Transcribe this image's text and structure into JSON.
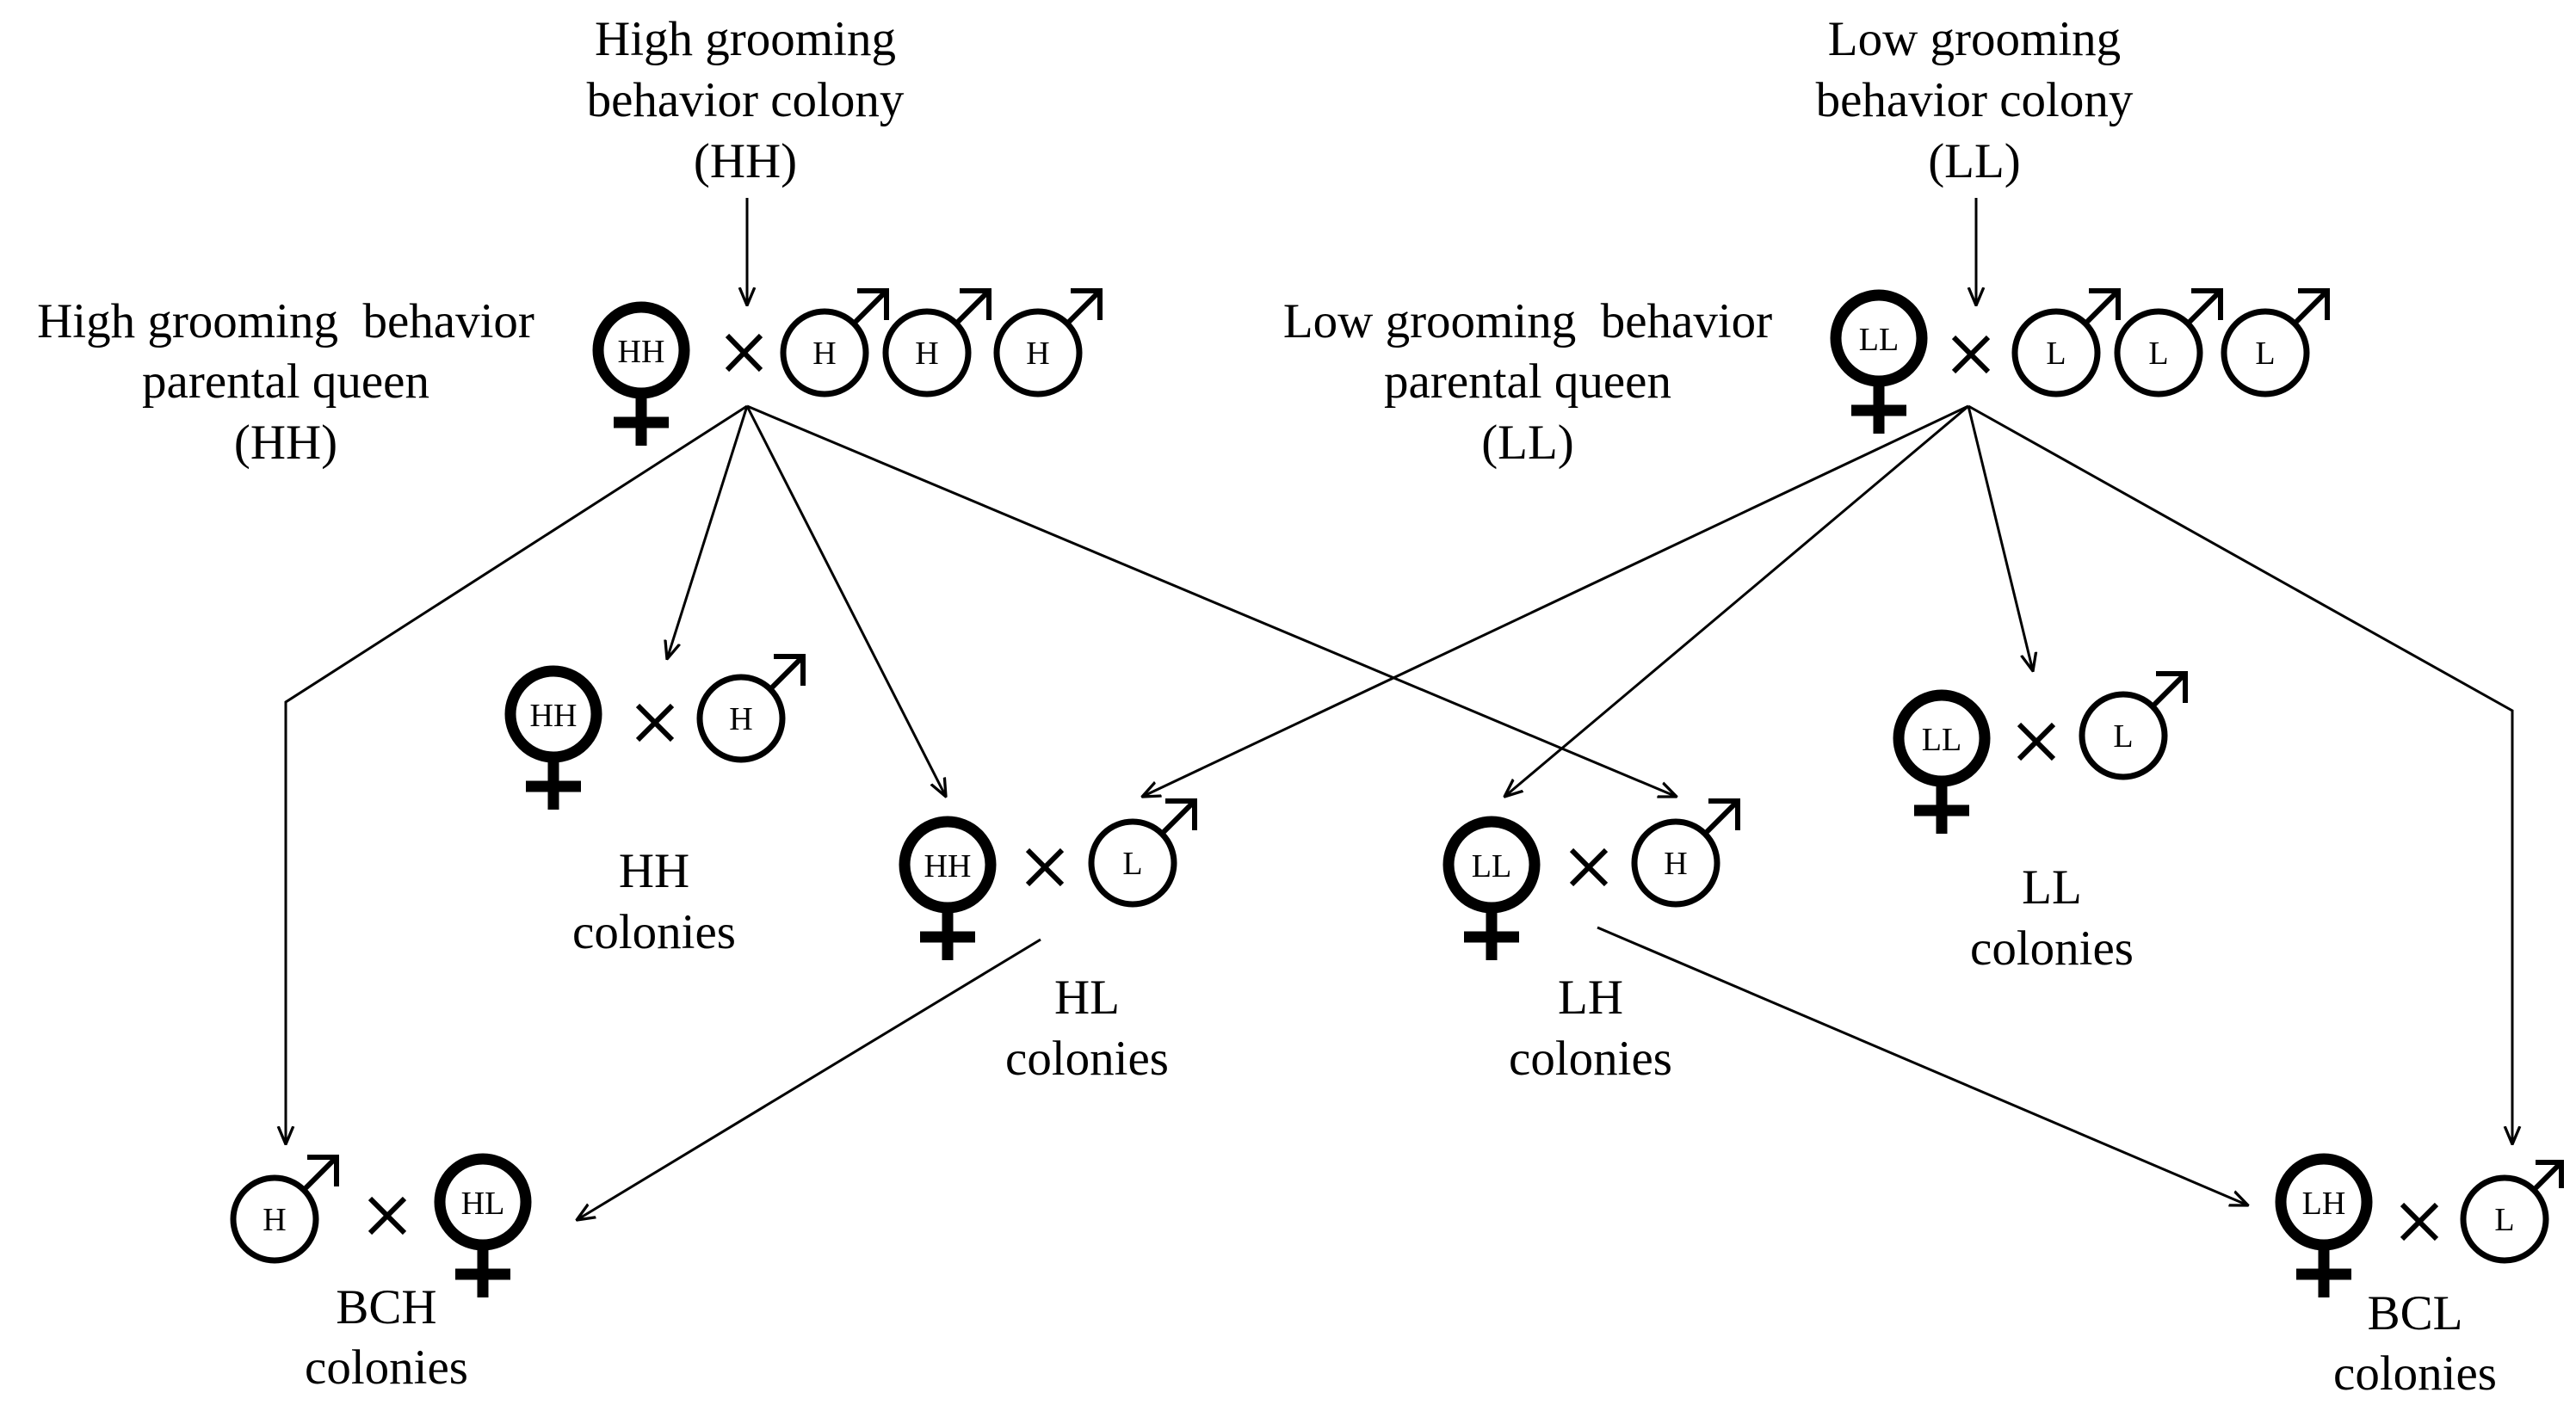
{
  "top_sources": {
    "high": [
      "High grooming",
      "behavior colony",
      "(HH)"
    ],
    "low": [
      "Low grooming",
      "behavior colony",
      "(LL)"
    ]
  },
  "parental_queens": {
    "high": [
      "High grooming  behavior",
      "parental queen",
      "(HH)"
    ],
    "low": [
      "Low grooming  behavior",
      "parental queen",
      "(LL)"
    ]
  },
  "crosses": {
    "parent_high": {
      "queen": "HH",
      "drones": [
        "H",
        "H",
        "H"
      ]
    },
    "parent_low": {
      "queen": "LL",
      "drones": [
        "L",
        "L",
        "L"
      ]
    },
    "hh": {
      "queen": "HH",
      "drone": "H",
      "label": [
        "HH",
        "colonies"
      ]
    },
    "hl": {
      "queen": "HH",
      "drone": "L",
      "label": [
        "HL",
        "colonies"
      ]
    },
    "lh": {
      "queen": "LL",
      "drone": "H",
      "label": [
        "LH",
        "colonies"
      ]
    },
    "ll": {
      "queen": "LL",
      "drone": "L",
      "label": [
        "LL",
        "colonies"
      ]
    },
    "bch": {
      "queen": "HL",
      "drone": "H",
      "label": [
        "BCH",
        "colonies"
      ]
    },
    "bcl": {
      "queen": "LH",
      "drone": "L",
      "label": [
        "BCL",
        "colonies"
      ]
    }
  },
  "colors": {
    "ink": "#000000",
    "background": "#ffffff"
  }
}
